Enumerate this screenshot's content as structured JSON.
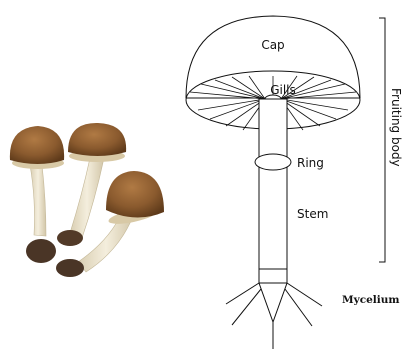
{
  "labels": {
    "cap": "Cap",
    "gills": "Gills",
    "ring": "Ring",
    "stem": "Stem",
    "mycelium": "Mycelium",
    "fruiting_body": "Fruiting body"
  },
  "colors": {
    "line": "#111111",
    "cap_brown": "#8a5a2e",
    "cap_dark": "#5e3a1a",
    "stem_cream": "#ede4cf",
    "base_dirt": "#4a3526"
  }
}
